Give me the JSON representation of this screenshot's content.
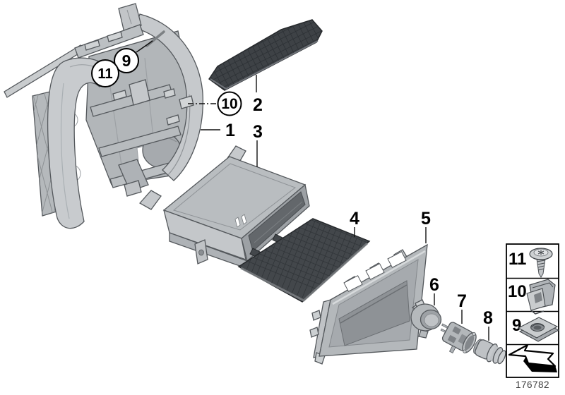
{
  "colors": {
    "background": "#ffffff",
    "part_light_gray": "#c8cbce",
    "part_mid_gray": "#aeb2b6",
    "part_dark_gray": "#8f9397",
    "rubber_dark": "#3f4347",
    "outline": "#54585c",
    "callout_black": "#000000",
    "footer_text": "#404040"
  },
  "callouts": {
    "label_1": "1",
    "label_2": "2",
    "label_3": "3",
    "label_4": "4",
    "label_5": "5",
    "label_6": "6",
    "label_7": "7",
    "label_8": "8",
    "circle_9": "9",
    "circle_10": "10",
    "circle_11": "11"
  },
  "legend": {
    "row_1": {
      "number": "11",
      "icon": "screw-icon"
    },
    "row_2": {
      "number": "10",
      "icon": "sheet-metal-clip-icon"
    },
    "row_3": {
      "number": "9",
      "icon": "speed-nut-icon"
    },
    "row_4": {
      "number": "",
      "icon": "continuation-arrow-icon"
    }
  },
  "footer": {
    "diagram_number": "176782"
  }
}
